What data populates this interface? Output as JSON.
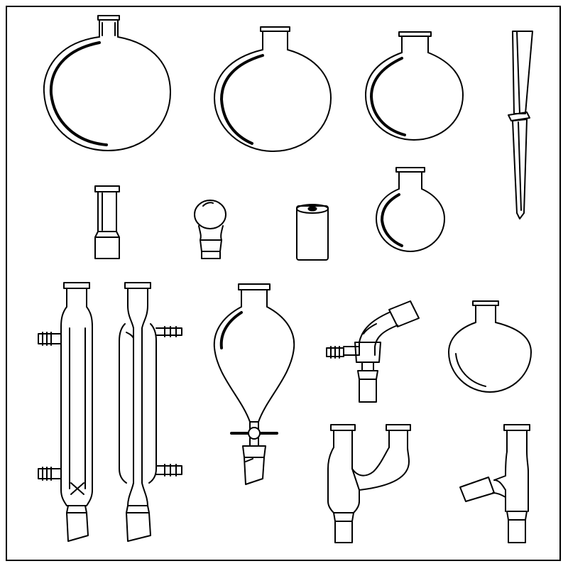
{
  "diagram": {
    "description_visible_text": "",
    "colors": {
      "ink": "#000000",
      "background": "#ffffff"
    },
    "items": [
      {
        "id": "large-round-bottom-flask",
        "icon": "flask-icon"
      },
      {
        "id": "round-bottom-flask",
        "icon": "flask-icon"
      },
      {
        "id": "medium-round-bottom-flask",
        "icon": "flask-icon"
      },
      {
        "id": "thermometer-adapter-tube",
        "icon": "tube-icon"
      },
      {
        "id": "glass-adapter",
        "icon": "adapter-icon"
      },
      {
        "id": "glass-stopper",
        "icon": "stopper-icon"
      },
      {
        "id": "rubber-sleeve",
        "icon": "sleeve-icon"
      },
      {
        "id": "small-round-bottom-flask",
        "icon": "flask-icon"
      },
      {
        "id": "liebig-condenser",
        "icon": "condenser-icon"
      },
      {
        "id": "allihn-condenser",
        "icon": "condenser-icon"
      },
      {
        "id": "separatory-funnel",
        "icon": "funnel-icon"
      },
      {
        "id": "vacuum-distillation-adapter",
        "icon": "adapter-icon"
      },
      {
        "id": "round-flask-right",
        "icon": "flask-icon"
      },
      {
        "id": "claisen-adapter",
        "icon": "adapter-icon"
      },
      {
        "id": "distillation-head",
        "icon": "adapter-icon"
      }
    ]
  }
}
